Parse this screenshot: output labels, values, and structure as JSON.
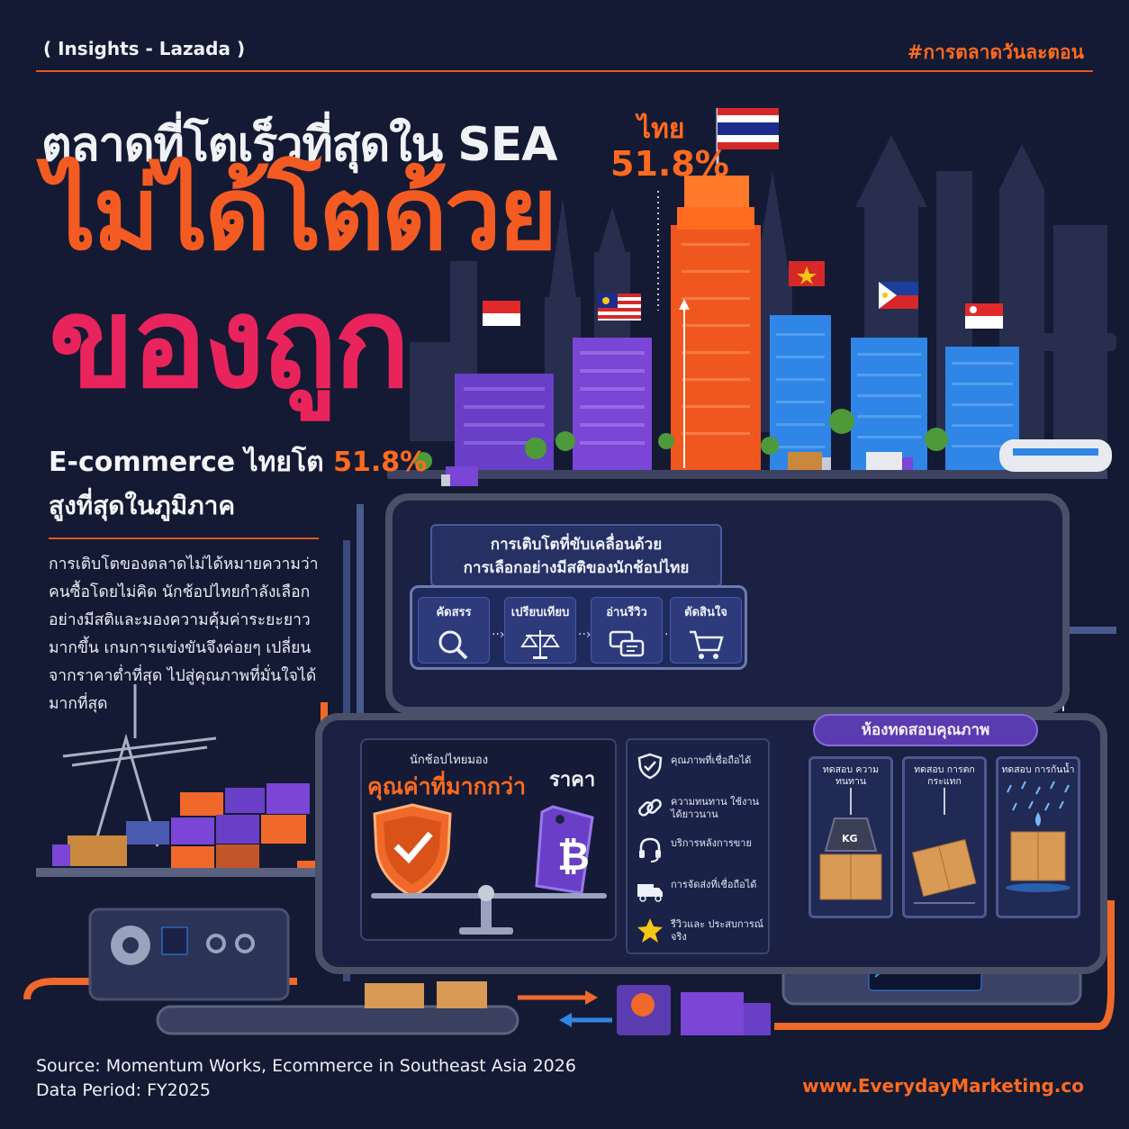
{
  "header": {
    "tag_left": "( Insights - Lazada )",
    "tag_right": "#การตลาดวันละตอน"
  },
  "headline": {
    "line1": "ตลาดที่โตเร็วที่สุดใน SEA",
    "line2": "ไม่ได้โตด้วย",
    "line3": "ของถูก"
  },
  "subheadline": {
    "line1_prefix": "E-commerce ไทยโต",
    "line1_value": "51.8%",
    "line2": "สูงที่สุดในภูมิภาค"
  },
  "body": "การเติบโตของตลาดไม่ได้หมายความว่าคนซื้อโดยไม่คิด นักช้อปไทยกำลังเลือกอย่างมีสติและมองความคุ้มค่าระยะยาวมากขึ้น เกมการแข่งขันจึงค่อยๆ เปลี่ยนจากราคาต่ำที่สุด ไปสู่คุณภาพที่มั่นใจได้มากที่สุด",
  "thailand": {
    "label": "ไทย",
    "growth": "51.8%"
  },
  "countries": [
    {
      "name": "Indonesia",
      "flag": "indonesia-flag",
      "color": "#6a3fc7"
    },
    {
      "name": "Malaysia",
      "flag": "malaysia-flag",
      "color": "#7b45d6"
    },
    {
      "name": "Thailand",
      "flag": "thailand-flag",
      "color": "#f0571e"
    },
    {
      "name": "Vietnam",
      "flag": "vietnam-flag",
      "color": "#2f86e6"
    },
    {
      "name": "Philippines",
      "flag": "philippines-flag",
      "color": "#2f86e6"
    },
    {
      "name": "Singapore",
      "flag": "singapore-flag",
      "color": "#2f86e6"
    }
  ],
  "driven": {
    "line1": "การเติบโตที่ขับเคลื่อนด้วย",
    "line2": "การเลือกอย่างมีสติของนักช้อปไทย"
  },
  "steps": [
    {
      "label": "คัดสรร",
      "icon": "magnifier-icon"
    },
    {
      "label": "เปรียบเทียบ",
      "icon": "scales-icon"
    },
    {
      "label": "อ่านรีวิว",
      "icon": "chat-icon"
    },
    {
      "label": "ตัดสินใจ",
      "icon": "cart-icon"
    }
  ],
  "value": {
    "small": "นักช้อปไทยมอง",
    "big": "คุณค่าที่มากกว่า",
    "price": "ราคา"
  },
  "features": [
    {
      "text": "คุณภาพที่เชื่อถือได้",
      "icon": "shield-icon"
    },
    {
      "text": "ความทนทาน ใช้งานได้ยาวนาน",
      "icon": "link-icon"
    },
    {
      "text": "บริการหลังการขาย",
      "icon": "headset-icon"
    },
    {
      "text": "การจัดส่งที่เชื่อถือได้",
      "icon": "truck-icon"
    },
    {
      "text": "รีวิวและ ประสบการณ์จริง",
      "icon": "star-icon"
    }
  ],
  "lab": {
    "title": "ห้องทดสอบคุณภาพ",
    "tests": [
      {
        "title": "ทดสอบ ความทนทาน",
        "weight_label": "KG"
      },
      {
        "title": "ทดสอบ การตกกระแทก"
      },
      {
        "title": "ทดสอบ การกันน้ำ"
      }
    ]
  },
  "footer": {
    "source": "Source: Momentum Works, Ecommerce in Southeast Asia 2026",
    "period": "Data Period: FY2025",
    "website": "www.EverydayMarketing.co"
  },
  "colors": {
    "background": "#141a33",
    "orange": "#ff6a1f",
    "pink": "#e9245c",
    "purple": "#6a3fc7",
    "blue": "#2f86e6"
  }
}
